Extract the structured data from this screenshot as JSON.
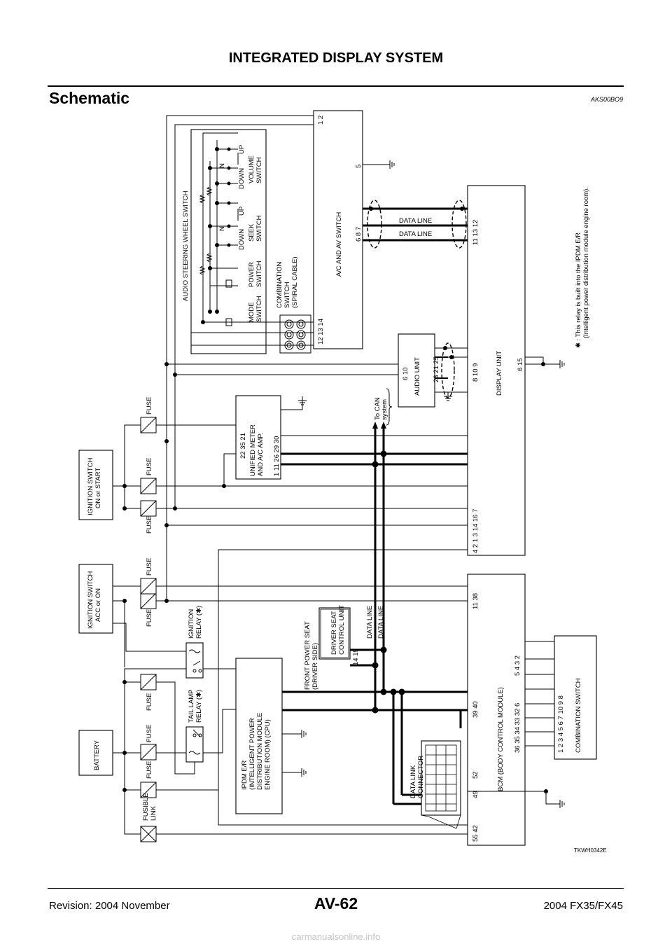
{
  "header": {
    "title": "INTEGRATED DISPLAY SYSTEM"
  },
  "section": {
    "title": "Schematic",
    "code": "AKS00BO9"
  },
  "footer": {
    "revision": "Revision: 2004 November",
    "page": "AV-62",
    "model": "2004 FX35/FX45"
  },
  "watermark": "carmanualsonline.info",
  "diagram": {
    "figure_id": "TKWH0342E",
    "note_line1": "✱ : This relay is built into the IPDM E/R",
    "note_line2": "(Intelligent power distribution module engine room).",
    "labels": {
      "battery": "BATTERY",
      "fusible_link": [
        "FUSIBLE",
        "LINK"
      ],
      "fuse": "FUSE",
      "ign_acc": [
        "IGNITION SWITCH",
        "ACC or ON"
      ],
      "ign_on": [
        "IGNITION SWITCH",
        "ON or START"
      ],
      "ign_relay": [
        "IGNITION",
        "RELAY (✱)"
      ],
      "tail_relay": [
        "TAIL LAMP",
        "RELAY (✱)"
      ],
      "ipdm": [
        "IPDM E/R",
        "(INTELLIGENT POWER",
        "DISTRIBUTION MODULE",
        "ENGINE ROOM) (CPU)"
      ],
      "dlc": [
        "DATA LINK",
        "CONNECTOR"
      ],
      "fps": [
        "FRONT POWER SEAT",
        "(DRIVER SIDE)"
      ],
      "dscu": [
        "DRIVER SEAT",
        "CONTROL UNIT"
      ],
      "data_line": "DATA LINE",
      "bcm": "BCM (BODY CONTROL MODULE)",
      "combo_sw": "COMBINATION SWITCH",
      "meter": [
        "UNIFIED METER",
        "AND A/C AMP."
      ],
      "to_can": [
        "To CAN",
        "system"
      ],
      "audio_unit": "AUDIO UNIT",
      "display_unit": "DISPLAY UNIT",
      "ac_av": "A/C AND AV SWITCH",
      "steering_sw": "AUDIO STEERING WHEEL SWITCH",
      "spiral": [
        "COMBINATION",
        "SWITCH",
        "(SPIRAL CABLE)"
      ],
      "mode_sw": [
        "MODE",
        "SWITCH"
      ],
      "power_sw": [
        "POWER",
        "SWITCH"
      ],
      "seek_sw": [
        "SEEK",
        "SWITCH"
      ],
      "volume_sw": [
        "VOLUME",
        "SWITCH"
      ],
      "down": "DOWN",
      "up": "UP",
      "n": "N"
    },
    "pins": {
      "bcm_top": "55 42",
      "bcm_a": "49",
      "bcm_b": "52",
      "bcm_c": "36 35 34 33 32 6",
      "bcm_d": "5  4  3  2",
      "bcm_e": "39  40",
      "bcm_f": "11  38",
      "combo_pins": "1  2  3  4  5  6  7  10  9  8",
      "dscu": "14  15",
      "disp_left": "4   2   1   3   14  16  7",
      "disp_mid": "8  10  9",
      "disp_right": "6  15",
      "disp_top": "11  13  12",
      "meter_l": "22  35  21",
      "meter_r": "1  11  26  29  30",
      "audio_l": "6  10",
      "audio_r": "23  21  25",
      "acav_top": "1  2",
      "acav_mid": "6  8  7",
      "acav_5": "5",
      "acav_bot": "12  13  14"
    }
  }
}
